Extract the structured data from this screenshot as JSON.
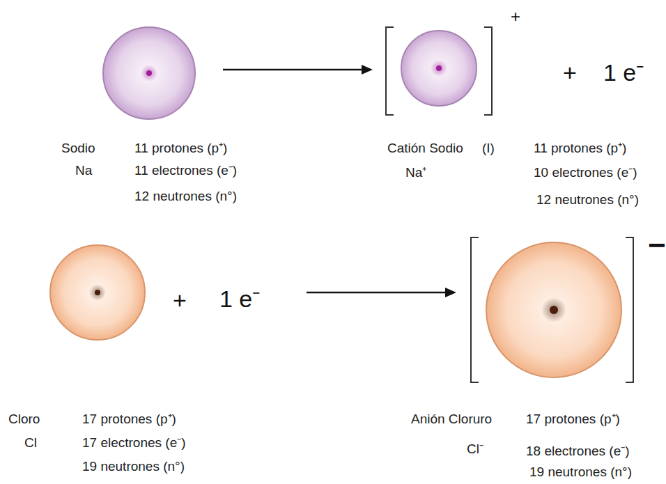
{
  "diagram": {
    "nodes": [
      {
        "text": [
          "Sodio",
          "Na",
          "11 protones (p⁺)",
          "11 electrones (e⁻)",
          "12 neutrones (n°)"
        ]
      },
      {
        "text": [
          "Catión Sodio",
          "(I)",
          "Na⁺",
          "11 protones (p⁺)",
          "10 electrones (e⁻)",
          "12 neutrones (n°)"
        ]
      },
      {
        "text": [
          "Cloro",
          "Cl",
          "17 protones (p⁺)",
          "17 electrones (e⁻)",
          "19 neutrones (n°)"
        ]
      },
      {
        "text": [
          "Anión Cloruro",
          "Cl⁻",
          "17 protones (p⁺)",
          "18 electrones (e⁻)",
          "19 neutrones (n°)"
        ]
      }
    ],
    "edges": [
      {
        "from": 0,
        "to": 1,
        "arrow": "to"
      },
      {
        "from": 2,
        "to": 3,
        "arrow": "to"
      }
    ],
    "labels": [
      "+",
      "+",
      "1 e⁻",
      "+",
      "1 e⁻",
      "−"
    ]
  }
}
